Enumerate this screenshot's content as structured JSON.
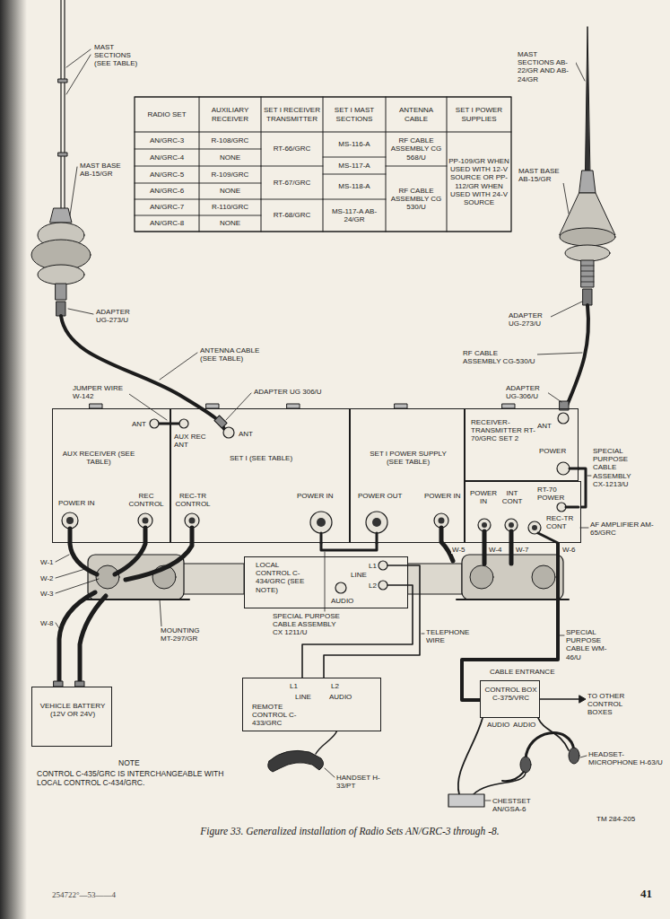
{
  "diagram": {
    "caption": "Figure 33. Generalized installation of Radio Sets AN/GRC-3 through -8.",
    "nodes": [
      {
        "text": [
          "ANT",
          "AUX RECEIVER (SEE TABLE)",
          "POWER IN",
          "REC CONTROL"
        ]
      },
      {
        "text": [
          "AUX REC ANT",
          "ANT",
          "SET I (SEE TABLE)",
          "REC-TR CONTROL",
          "POWER IN"
        ]
      },
      {
        "text": [
          "SET I POWER SUPPLY (SEE TABLE)",
          "POWER OUT",
          "POWER IN"
        ]
      },
      {
        "text": [
          "RECEIVER-TRANSMITTER RT-70/GRC SET 2",
          "ANT",
          "POWER"
        ]
      },
      {
        "text": [
          "RT-70 POWER",
          "POWER IN",
          "INT CONT",
          "REC-TR CONT"
        ]
      },
      {
        "text": [
          "LOCAL CONTROL C-434/GRC (SEE NOTE)",
          "L1",
          "LINE",
          "L2",
          "AUDIO"
        ]
      },
      {
        "text": [
          "L1",
          "L2",
          "LINE",
          "REMOTE CONTROL C-433/GRC",
          "AUDIO"
        ]
      },
      {
        "text": [
          "CONTROL BOX C-375/VRC"
        ]
      },
      {
        "text": [
          "VEHICLE BATTERY (12V OR 24V)"
        ]
      }
    ],
    "edges": [
      {
        "from": 1,
        "to": 2,
        "arrow": "none"
      },
      {
        "from": 3,
        "to": 4,
        "arrow": "none"
      },
      {
        "from": 5,
        "to": 6,
        "arrow": "none"
      },
      {
        "from": 5,
        "to": 6,
        "arrow": "none"
      },
      {
        "from": 4,
        "to": 7,
        "arrow": "none"
      }
    ],
    "labels": [
      "MAST SECTIONS (SEE TABLE)",
      "MAST BASE AB-15/GR",
      "MAST SECTIONS AB-22/GR AND AB-24/GR",
      "MAST BASE AB-15/GR",
      "RADIO SET",
      "AUXILIARY RECEIVER",
      "SET I RECEIVER TRANSMITTER",
      "SET I MAST SECTIONS",
      "ANTENNA CABLE",
      "SET I POWER SUPPLIES",
      "AN/GRC-3",
      "R-108/GRC",
      "RT-66/GRC",
      "MS-116-A",
      "RF CABLE ASSEMBLY CG 568/U",
      "PP-109/GR WHEN USED WITH 12-V SOURCE OR PP-112/GR WHEN USED WITH 24-V SOURCE",
      "AN/GRC-4",
      "NONE",
      "MS-117-A",
      "AN/GRC-5",
      "R-109/GRC",
      "RT-67/GRC",
      "MS-118-A",
      "RF CABLE ASSEMBLY CG 530/U",
      "AN/GRC-6",
      "NONE",
      "AN/GRC-7",
      "R-110/GRC",
      "RT-68/GRC",
      "MS-117-A AB-24/GR",
      "AN/GRC-8",
      "NONE",
      "ADAPTER UG-273/U",
      "ANTENNA CABLE (SEE TABLE)",
      "JUMPER WIRE W-142",
      "ADAPTER UG 306/U",
      "ADAPTER UG-273/U",
      "RF CABLE ASSEMBLY CG-530/U",
      "ADAPTER UG-306/U",
      "SPECIAL PURPOSE CABLE ASSEMBLY CX-1213/U",
      "AF AMPLIFIER AM-65/GRC",
      "W-1",
      "W-2",
      "W-3",
      "W-8",
      "W-5",
      "W-4",
      "W-7",
      "W-6",
      "MOUNTING MT-297/GR",
      "SPECIAL PURPOSE CABLE ASSEMBLY CX 1211/U",
      "TELEPHONE WIRE",
      "SPECIAL PURPOSE CABLE WM-46/U",
      "CABLE ENTRANCE",
      "TO OTHER CONTROL BOXES",
      "AUDIO",
      "AUDIO",
      "HEADSET-MICROPHONE H-63/U",
      "CHESTSET AN/GSA-6",
      "HANDSET H-33/PT",
      "NOTE",
      "CONTROL C-435/GRC IS INTERCHANGEABLE WITH LOCAL CONTROL C-434/GRC.",
      "TM 284-205",
      "254722°—53——4",
      "41"
    ]
  }
}
